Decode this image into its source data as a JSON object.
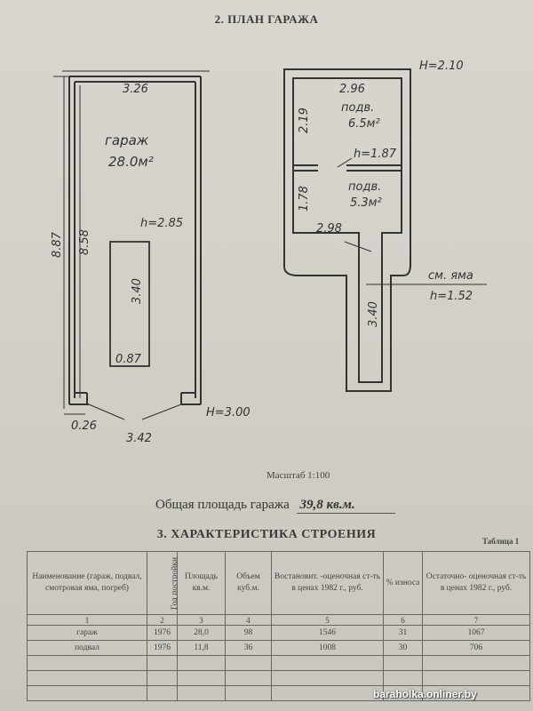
{
  "plan": {
    "title": "2. ПЛАН ГАРАЖА",
    "garage": {
      "dim_top": "3.26",
      "room_name": "гараж",
      "room_area": "28.0м²",
      "height": "h=2.85",
      "dim_outer_left": "8.87",
      "dim_inner_left": "8.58",
      "pit_length": "3.40",
      "pit_width": "0.87",
      "dim_small": "0.26",
      "dim_bottom": "3.42",
      "building_height": "H=3.00"
    },
    "basement": {
      "building_height": "H=2.10",
      "upper_width": "2.96",
      "upper_name": "подв.",
      "upper_area": "6.5м²",
      "upper_length": "2.19",
      "height": "h=1.87",
      "lower_name": "подв.",
      "lower_area": "5.3м²",
      "lower_length": "1.78",
      "lower_width": "2.98",
      "pit_label": "см. яма",
      "pit_height": "h=1.52",
      "pit_length": "3.40"
    }
  },
  "scale": "Масштаб 1:100",
  "total_area": {
    "label": "Общая площадь гаража",
    "value": "39,8 кв.м."
  },
  "section3": {
    "title": "3. ХАРАКТЕРИСТИКА СТРОЕНИЯ",
    "table_label": "Таблица 1",
    "headers": [
      "Наименование (гараж, подвал, смотровая яма, погреб)",
      "Год постройки",
      "Площадь кв.м.",
      "Объем куб.м.",
      "Востановит. -оценочная ст-ть в ценах 1982 г., руб.",
      "% износа",
      "Остаточно- оценочная ст-ть в ценах 1982 г., руб."
    ],
    "numbers": [
      "1",
      "2",
      "3",
      "4",
      "5",
      "6",
      "7"
    ],
    "rows": [
      [
        "гараж",
        "1976",
        "28,0",
        "98",
        "1546",
        "31",
        "1067"
      ],
      [
        "подвал",
        "1976",
        "11,8",
        "36",
        "1008",
        "30",
        "706"
      ]
    ]
  },
  "watermark": "baraholka.onliner.by"
}
